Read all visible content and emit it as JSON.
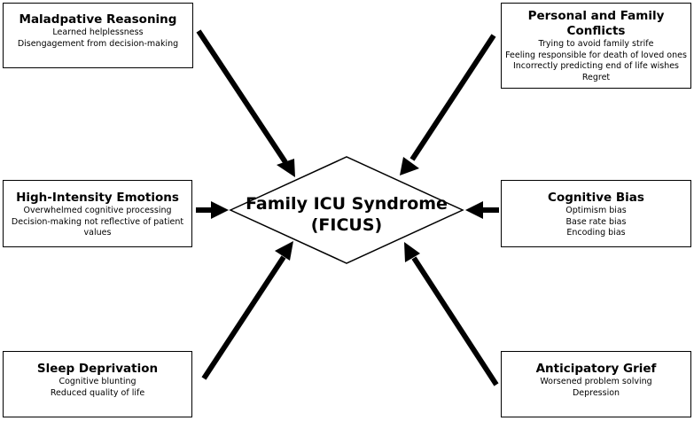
{
  "center": {
    "line1": "Family ICU Syndrome",
    "line2": "(FICUS)"
  },
  "boxes": {
    "maladaptive": {
      "title": "Maladpative Reasoning",
      "items": [
        "Learned helplessness",
        "Disengagement from decision-making"
      ]
    },
    "personal": {
      "title": "Personal and Family Conflicts",
      "items": [
        "Trying to avoid family strife",
        "Feeling responsible for death of loved ones",
        "Incorrectly predicting end of life wishes",
        "Regret"
      ]
    },
    "emotions": {
      "title": "High-Intensity Emotions",
      "items": [
        "Overwhelmed cognitive processing",
        "Decision-making not reflective of patient values"
      ]
    },
    "cognitive": {
      "title": "Cognitive Bias",
      "items": [
        "Optimism bias",
        "Base rate bias",
        "Encoding bias"
      ]
    },
    "sleep": {
      "title": "Sleep Deprivation",
      "items": [
        "Cognitive blunting",
        "Reduced quality of life"
      ]
    },
    "grief": {
      "title": "Anticipatory Grief",
      "items": [
        "Worsened problem solving",
        "Depression"
      ]
    }
  },
  "colors": {
    "stroke": "#000000",
    "background": "#ffffff"
  }
}
